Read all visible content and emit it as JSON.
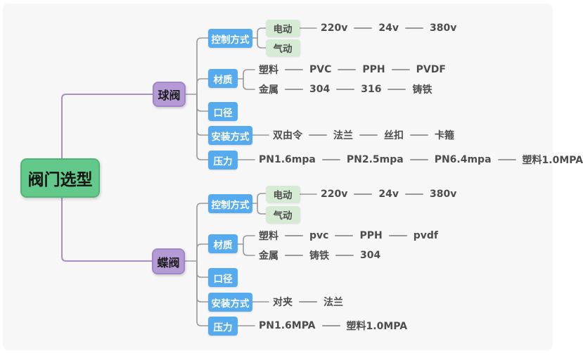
{
  "root": {
    "label": "阀门选型"
  },
  "colors": {
    "root_green": "#63c98a",
    "branch_purple": "#b49bd6",
    "topic_blue": "#55abee",
    "leaf_green": "#d5ebd3",
    "line_gray": "#9a9a9a",
    "line_purple": "#a98fc7",
    "background": "#f7f7f8"
  },
  "ball": {
    "label": "球阀",
    "control_label": "控制方式",
    "electric_label": "电动",
    "pneumatic_label": "气动",
    "volts": [
      "220v",
      "24v",
      "380v"
    ],
    "material_label": "材质",
    "plastic_label": "塑料",
    "plastic_values": [
      "PVC",
      "PPH",
      "PVDF"
    ],
    "metal_label": "金属",
    "metal_values": [
      "304",
      "316",
      "铸铁"
    ],
    "diameter_label": "口径",
    "install_label": "安装方式",
    "install_values": [
      "双由令",
      "法兰",
      "丝扣",
      "卡箍"
    ],
    "pressure_label": "压力",
    "pressure_values": [
      "PN1.6mpa",
      "PN2.5mpa",
      "PN6.4mpa",
      "塑料1.0MPA"
    ]
  },
  "butterfly": {
    "label": "蝶阀",
    "control_label": "控制方式",
    "electric_label": "电动",
    "pneumatic_label": "气动",
    "volts": [
      "220v",
      "24v",
      "380v"
    ],
    "material_label": "材质",
    "plastic_label": "塑料",
    "plastic_values": [
      "pvc",
      "PPH",
      "pvdf"
    ],
    "metal_label": "金属",
    "metal_values": [
      "铸铁",
      "304"
    ],
    "diameter_label": "口径",
    "install_label": "安装方式",
    "install_values": [
      "对夹",
      "法兰"
    ],
    "pressure_label": "压力",
    "pressure_values": [
      "PN1.6MPA",
      "塑料1.0MPA"
    ]
  }
}
